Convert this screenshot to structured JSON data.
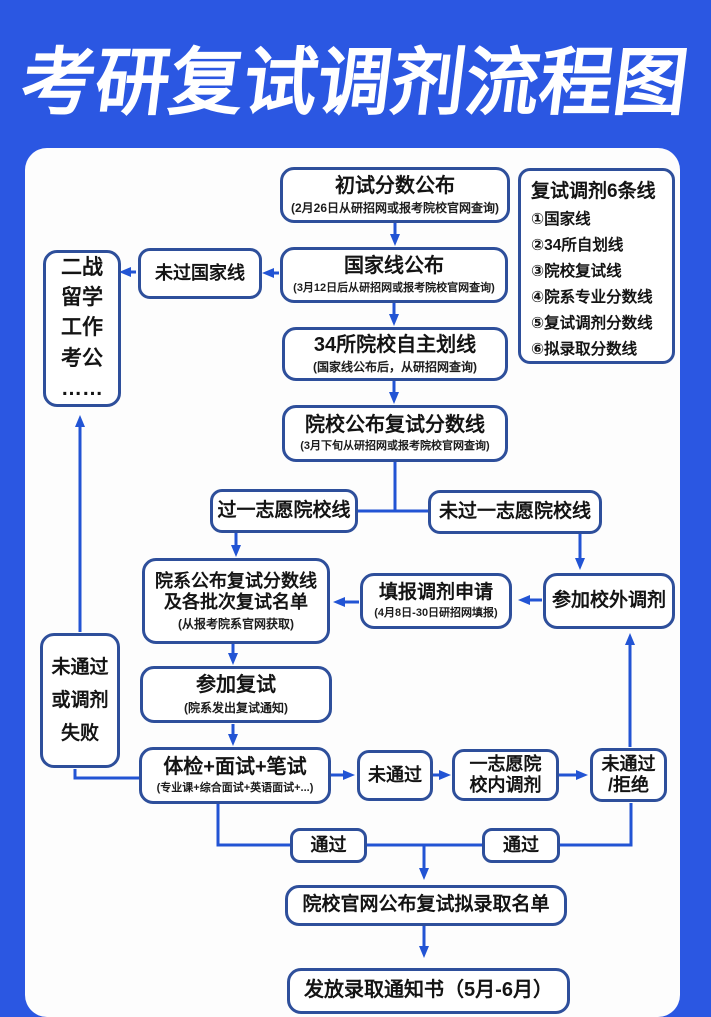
{
  "page": {
    "title": "考研复试调剂流程图",
    "bg_color": "#2b57e2",
    "card_color": "#fdfdfd",
    "box_border_color": "#2e4f9b",
    "arrow_color": "#2254d4"
  },
  "legend": {
    "title": "复试调剂6条线",
    "items": [
      "①国家线",
      "②34所自划线",
      "③院校复试线",
      "④院系专业分数线",
      "⑤复试调剂分数线",
      "⑥拟录取分数线"
    ]
  },
  "nodes": {
    "initial_score": {
      "title": "初试分数公布",
      "subtitle": "(2月26日从研招网或报考院校官网查询)"
    },
    "national_line": {
      "title": "国家线公布",
      "subtitle": "(3月12日后从研招网或报考院校官网查询)"
    },
    "fail_national": {
      "title": "未过国家线"
    },
    "alternatives": {
      "lines": [
        "二战",
        "留学",
        "工作",
        "考公",
        "……"
      ]
    },
    "line34": {
      "title": "34所院校自主划线",
      "subtitle": "(国家线公布后，从研招网查询)"
    },
    "school_line": {
      "title": "院校公布复试分数线",
      "subtitle": "(3月下旬从研招网或报考院校官网查询)"
    },
    "pass_first": {
      "title": "过一志愿院校线"
    },
    "fail_first": {
      "title": "未过一志愿院校线"
    },
    "dept_line": {
      "title": "院系公布复试分数线",
      "title2": "及各批次复试名单",
      "subtitle": "(从报考院系官网获取)"
    },
    "apply_transfer": {
      "title": "填报调剂申请",
      "subtitle": "(4月8日-30日研招网填报)"
    },
    "external_transfer": {
      "title": "参加校外调剂"
    },
    "attend_retest": {
      "title": "参加复试",
      "subtitle": "(院系发出复试通知)"
    },
    "exam": {
      "title": "体检+面试+笔试",
      "subtitle": "(专业课+综合面试+英语面试+...)"
    },
    "fail_exam": {
      "title": "未通过"
    },
    "internal_transfer": {
      "line1": "一志愿院",
      "line2": "校内调剂"
    },
    "fail_reject": {
      "line1": "未通过",
      "line2": "/拒绝"
    },
    "fail_or_transfer": {
      "lines": [
        "未通过",
        "或调剂",
        "失败"
      ]
    },
    "pass1": {
      "title": "通过"
    },
    "pass2": {
      "title": "通过"
    },
    "admission_list": {
      "title": "院校官网公布复试拟录取名单"
    },
    "notice": {
      "title": "发放录取通知书（5月-6月）"
    }
  }
}
